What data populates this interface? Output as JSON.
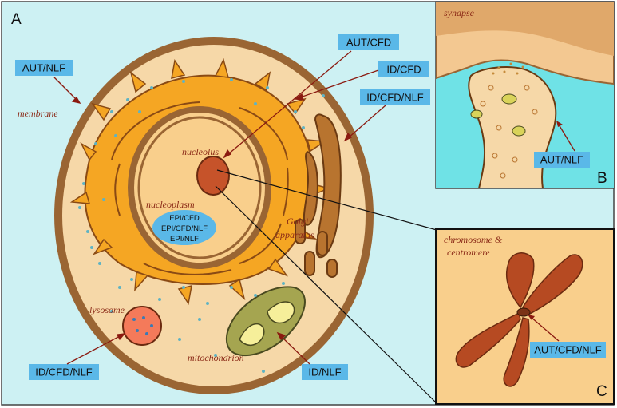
{
  "panels": {
    "a_letter": "A",
    "b_letter": "B",
    "c_letter": "C"
  },
  "labels": {
    "membrane": "membrane",
    "nucleolus": "nucleolus",
    "nucleoplasm": "nucleoplasm",
    "golgi_line1": "Golgi",
    "golgi_line2": "apparatus",
    "lysosome": "lysosome",
    "mitochondrion": "mitochondrion",
    "synapse": "synapse",
    "chromosome_line1": "chromosome &",
    "chromosome_line2": "centromere"
  },
  "tags": {
    "membrane": "AUT/NLF",
    "nucleolus": "AUT/CFD",
    "cytoplasm": "ID/CFD",
    "golgi": "ID/CFD/NLF",
    "lysosome": "ID/CFD/NLF",
    "mitochondrion": "ID/NLF",
    "synapse": "AUT/NLF",
    "centromere": "AUT/CFD/NLF"
  },
  "nucleoplasm_tags": [
    "EPI/CFD",
    "EPI/CFD/NLF",
    "EPI/NLF"
  ],
  "colors": {
    "background": "#cdf1f3",
    "cell_fill": "#f6d8a8",
    "membrane": "#9a6533",
    "er": "#f5a623",
    "nucleus": "#f9cf8c",
    "nucleolus": "#c6532a",
    "tag_fill": "#5ab8e8",
    "label_text": "#8b2a17",
    "chromosome": "#b64a22"
  }
}
